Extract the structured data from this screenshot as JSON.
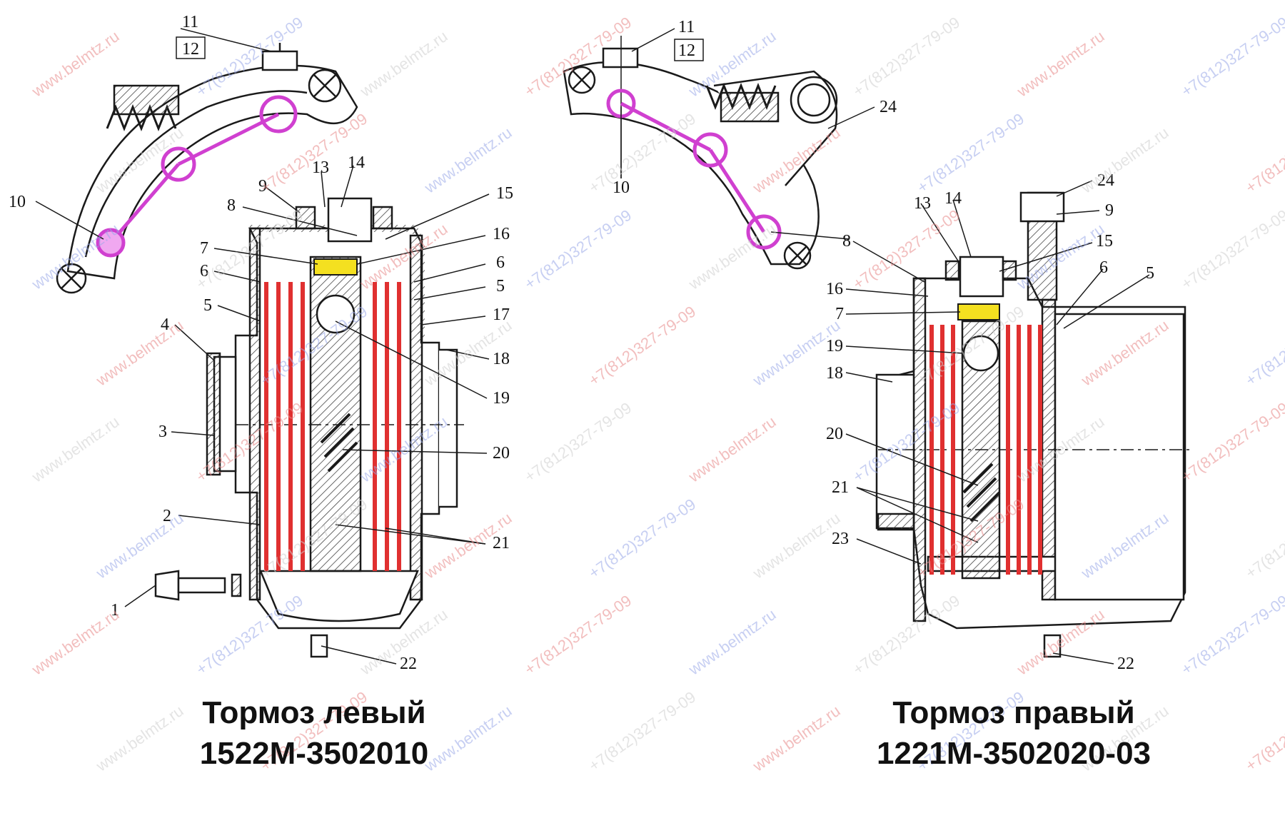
{
  "captions": {
    "left_title": "Тормоз левый",
    "left_part": "1522М-3502010",
    "right_title": "Тормоз правый",
    "right_part": "1221М-3502020-03"
  },
  "callouts_left": [
    "1",
    "2",
    "3",
    "4",
    "5",
    "6",
    "7",
    "8",
    "9",
    "10",
    "11",
    "12",
    "13",
    "14",
    "15",
    "16",
    "6",
    "5",
    "17",
    "18",
    "19",
    "20",
    "21",
    "22"
  ],
  "callouts_right": [
    "11",
    "12",
    "10",
    "24",
    "24",
    "13",
    "14",
    "9",
    "15",
    "6",
    "5",
    "8",
    "16",
    "7",
    "19",
    "18",
    "20",
    "21",
    "23",
    "22"
  ],
  "watermarks": {
    "site": "www.belmtz.ru",
    "phone": "+7(812)327-79-09"
  },
  "colors": {
    "line": "#1a1a1a",
    "hatch": "#444444",
    "friction_discs": "#e03030",
    "linkage": "#d040d0",
    "pin": "#f4e020",
    "watermark_red": "#e88a8a",
    "watermark_blue": "#9aa8e8"
  }
}
